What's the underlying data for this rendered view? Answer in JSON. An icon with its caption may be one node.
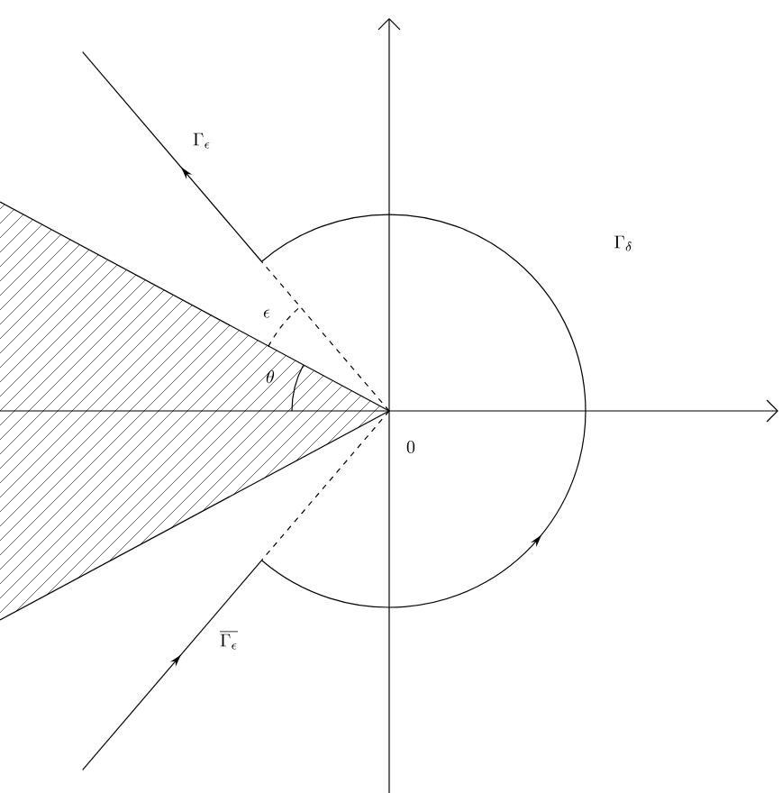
{
  "diagram": {
    "labels": [
      "\\Gamma_\\epsilon",
      "\\Gamma_\\delta",
      "\\epsilon",
      "\\theta",
      "0",
      "\\overline{\\Gamma_\\epsilon}"
    ]
  }
}
